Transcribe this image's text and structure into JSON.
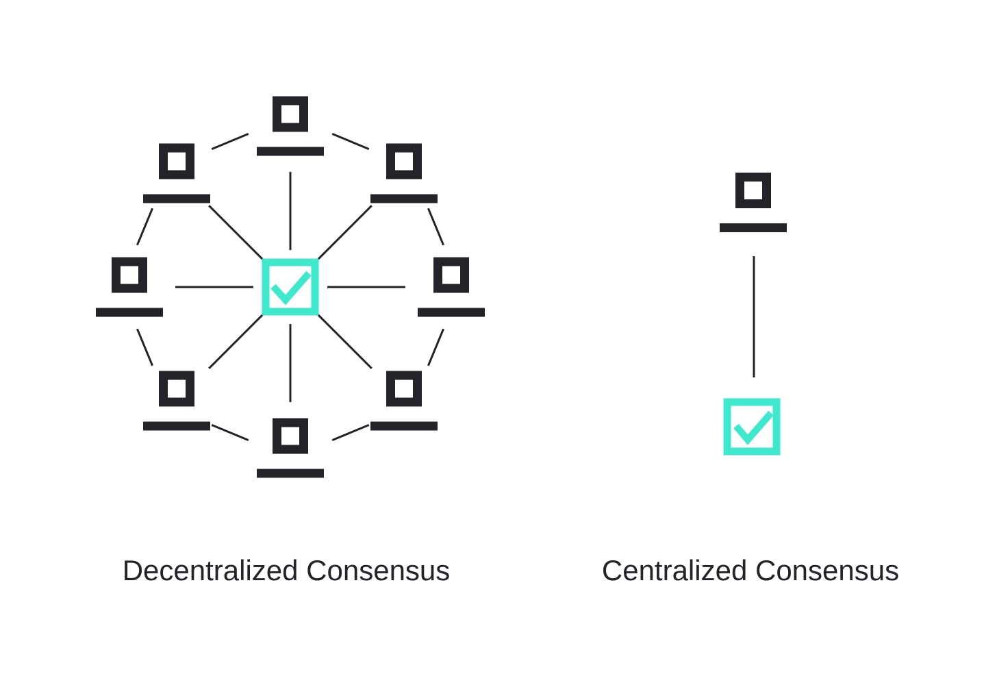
{
  "colors": {
    "ink": "#242329",
    "accent": "#3DE8CD",
    "background": "#FFFFFF"
  },
  "panels": {
    "decentralized": {
      "label": "Decentralized Consensus",
      "node_count": 8,
      "node_icon": "computer",
      "hub_icon": "checked-checkbox",
      "topology": "every computer linked to central check and to ring neighbors"
    },
    "centralized": {
      "label": "Centralized Consensus",
      "node_count": 1,
      "node_icon": "computer",
      "hub_icon": "checked-checkbox",
      "topology": "single computer linked to check"
    }
  }
}
